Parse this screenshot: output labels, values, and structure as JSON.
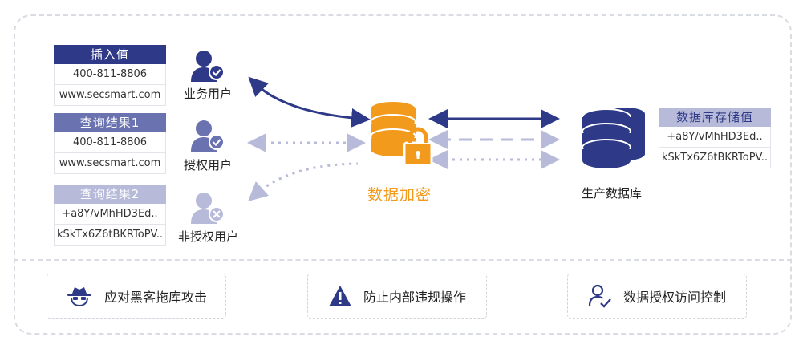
{
  "tables": {
    "insert": {
      "title": "插入值",
      "rows": [
        "400-811-8806",
        "www.secsmart.com"
      ]
    },
    "result1": {
      "title": "查询结果1",
      "rows": [
        "400-811-8806",
        "www.secsmart.com"
      ]
    },
    "result2": {
      "title": "查询结果2",
      "rows": [
        "+a8Y/vMhHD3Ed..",
        "kSkTx6Z6tBKRToPV.."
      ]
    },
    "stored": {
      "title": "数据库存储值",
      "rows": [
        "+a8Y/vMhHD3Ed..",
        "kSkTx6Z6tBKRToPV.."
      ]
    }
  },
  "users": {
    "business": "业务用户",
    "authorized": "授权用户",
    "unauthorized": "非授权用户"
  },
  "encryption_label": "数据加密",
  "database_label": "生产数据库",
  "features": [
    "应对黑客拖库攻击",
    "防止内部违规操作",
    "数据授权访问控制"
  ],
  "colors": {
    "navy": "#2e3a87",
    "mid": "#6a72b0",
    "light": "#b7bad9",
    "orange": "#f29a1c",
    "dashed": "#d9dce3"
  }
}
